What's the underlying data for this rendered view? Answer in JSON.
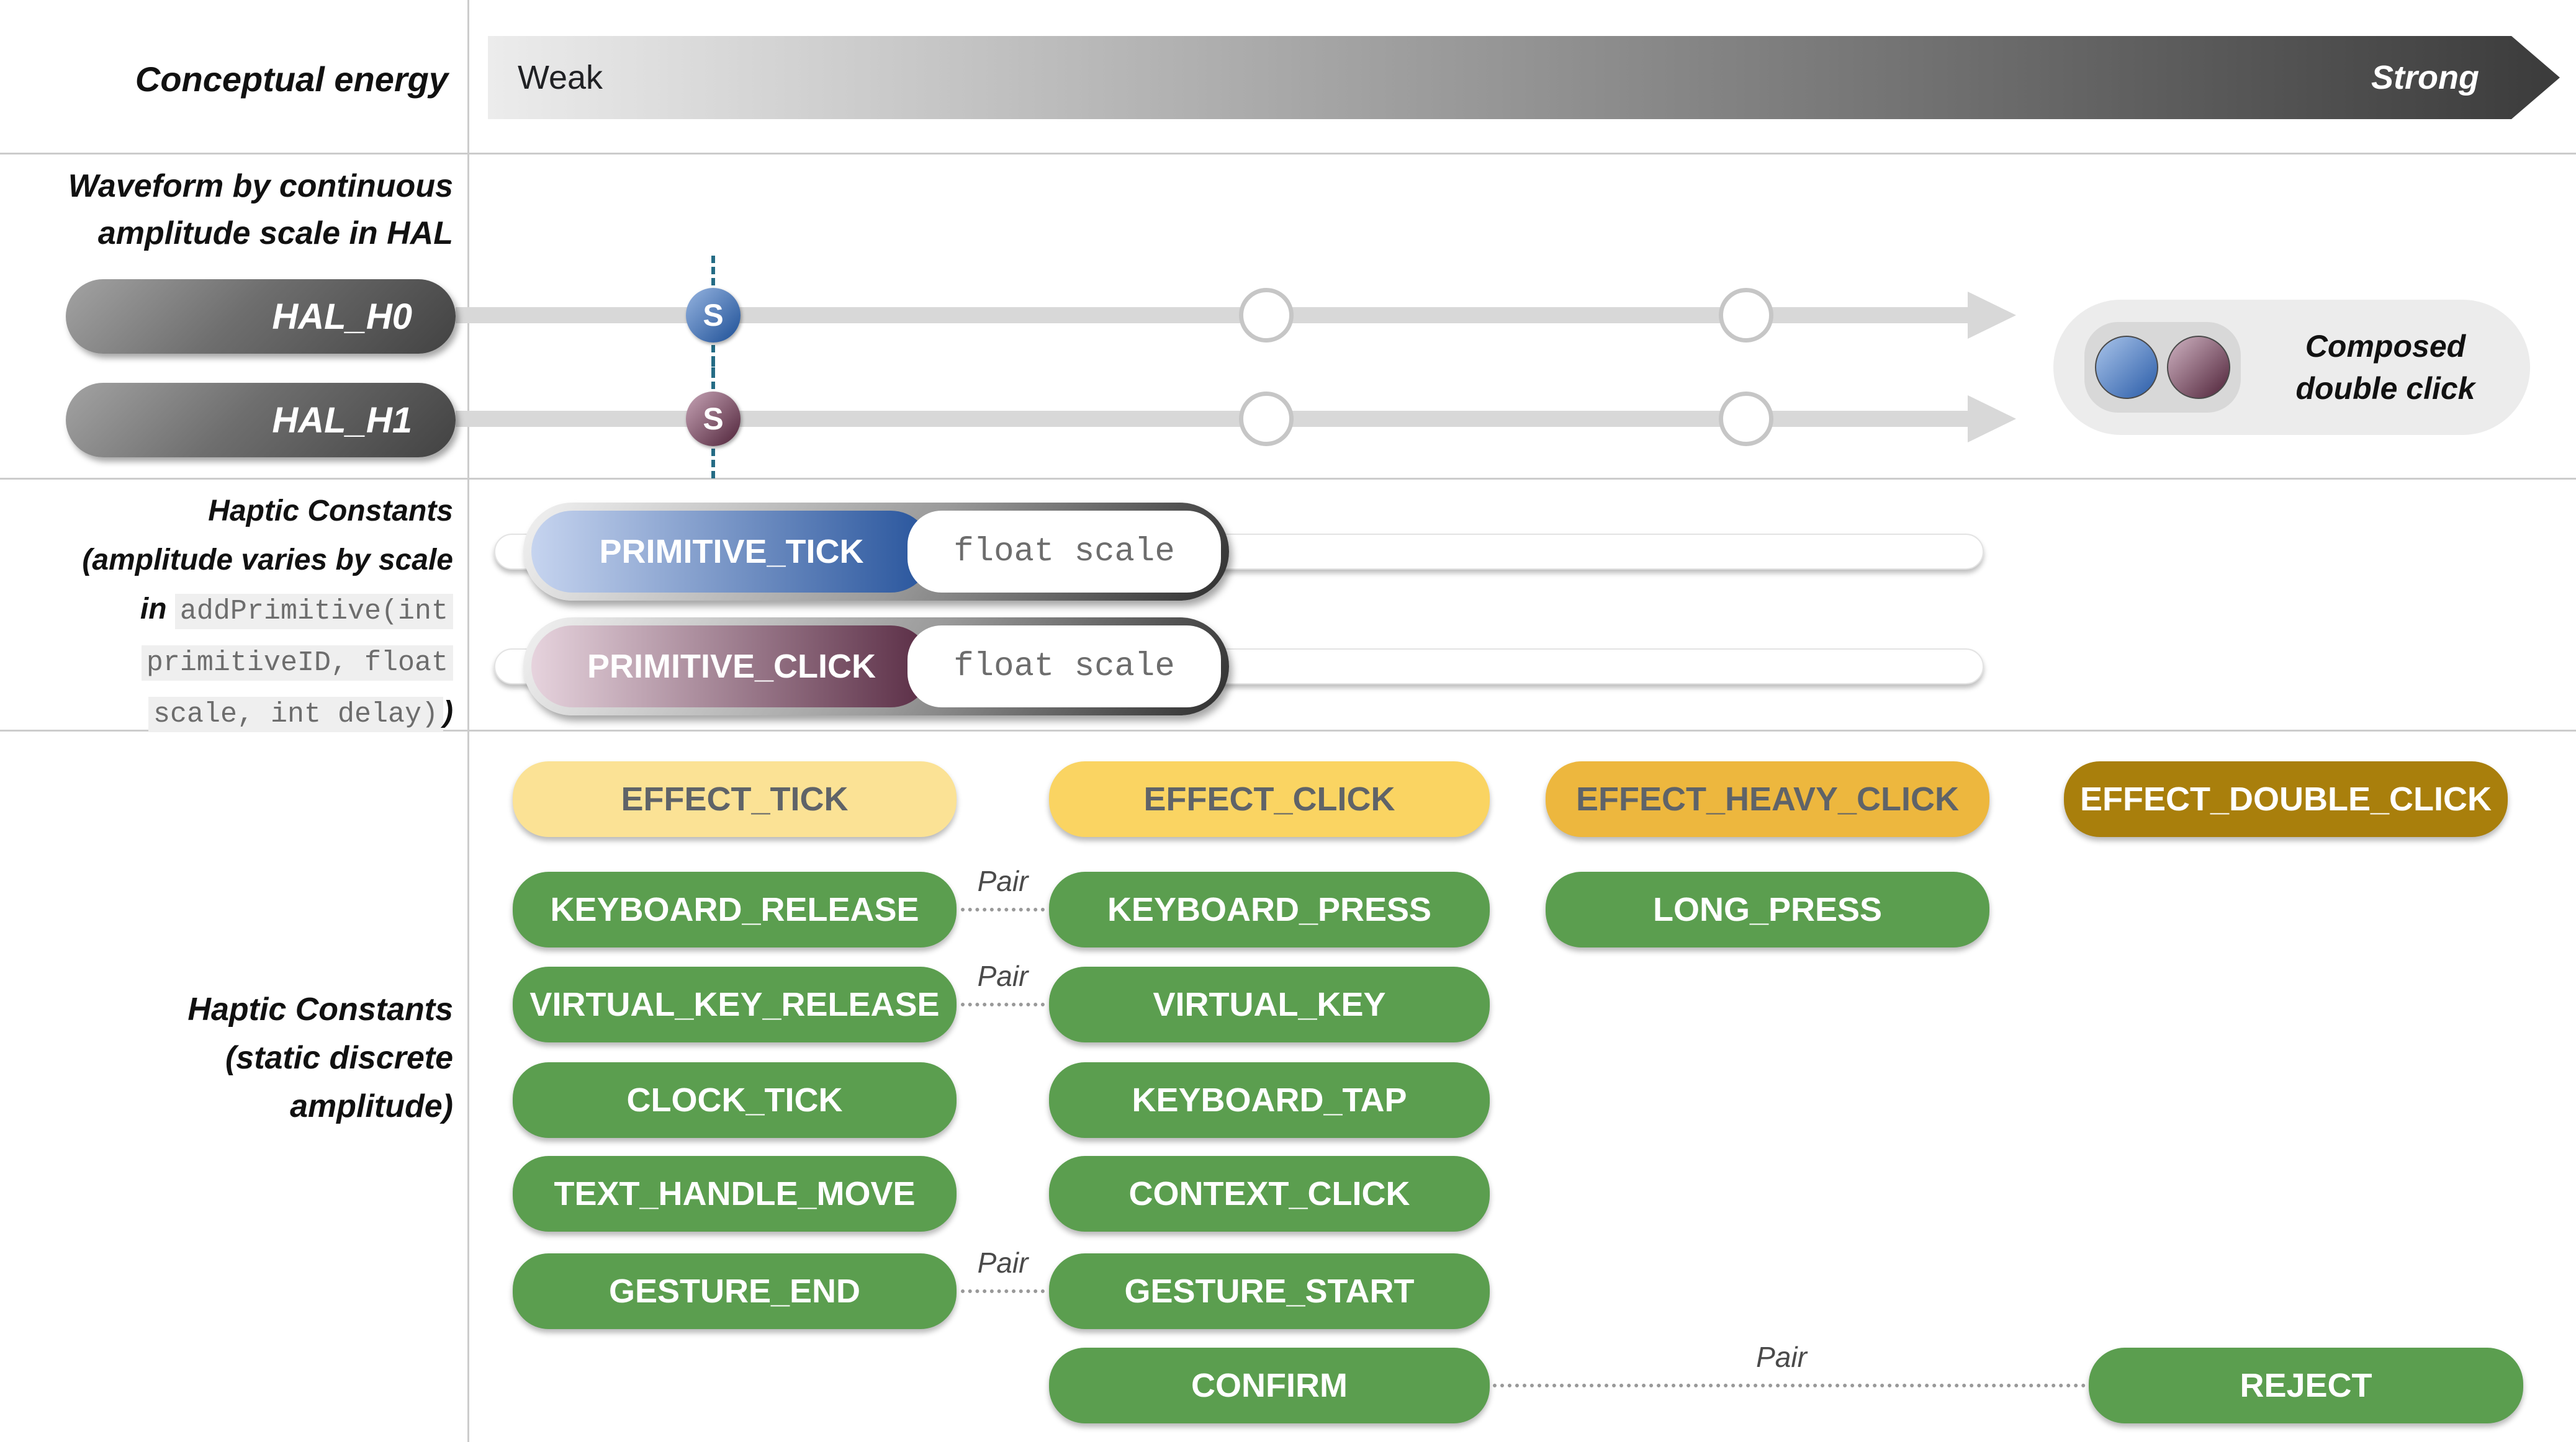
{
  "colors": {
    "divider": "#cccccc",
    "energy_gradient_left": "#ececec",
    "energy_gradient_right": "#3b3b3b",
    "hal_pill_gradient": [
      "#a3a3a3",
      "#424242"
    ],
    "blue_light": "#c6d4ef",
    "blue_dark": "#27549c",
    "mauve_light": "#e6d3dd",
    "mauve_dark": "#592c44",
    "teal_dash": "#256c85",
    "green": "#5b9e4f",
    "yellow_light": "#fbe295",
    "yellow_mid": "#fad462",
    "yellow_dark": "#edb73e",
    "gold": "#a97f0c",
    "button_gray_text": "#5f6368"
  },
  "sections": {
    "energy": {
      "label": "Conceptual energy",
      "weak": "Weak",
      "strong": "Strong"
    },
    "waveform": {
      "label_line1": "Waveform by continuous",
      "label_line2": "amplitude scale in HAL",
      "hal_channels": [
        "HAL_H0",
        "HAL_H1"
      ],
      "marker": "S",
      "composed_line1": "Composed",
      "composed_line2": "double click"
    },
    "primitives": {
      "label_line1": "Haptic Constants",
      "label_line2": "(amplitude varies by scale",
      "label_line3_prefix": "in ",
      "label_line3_code": "addPrimitive(int",
      "label_line4_code": "primitiveID, float",
      "label_line5_code": "scale, int delay)",
      "label_line5_suffix": ")",
      "items": [
        {
          "name": "PRIMITIVE_TICK",
          "param": "float scale"
        },
        {
          "name": "PRIMITIVE_CLICK",
          "param": "float scale"
        }
      ]
    },
    "constants": {
      "label_line1": "Haptic Constants",
      "label_line2": "(static discrete",
      "label_line3": "amplitude)",
      "pair": "Pair",
      "effects": [
        "EFFECT_TICK",
        "EFFECT_CLICK",
        "EFFECT_HEAVY_CLICK",
        "EFFECT_DOUBLE_CLICK"
      ],
      "buttons": [
        "KEYBOARD_RELEASE",
        "KEYBOARD_PRESS",
        "LONG_PRESS",
        "VIRTUAL_KEY_RELEASE",
        "VIRTUAL_KEY",
        "CLOCK_TICK",
        "KEYBOARD_TAP",
        "TEXT_HANDLE_MOVE",
        "CONTEXT_CLICK",
        "GESTURE_END",
        "GESTURE_START",
        "CONFIRM",
        "REJECT"
      ]
    }
  }
}
